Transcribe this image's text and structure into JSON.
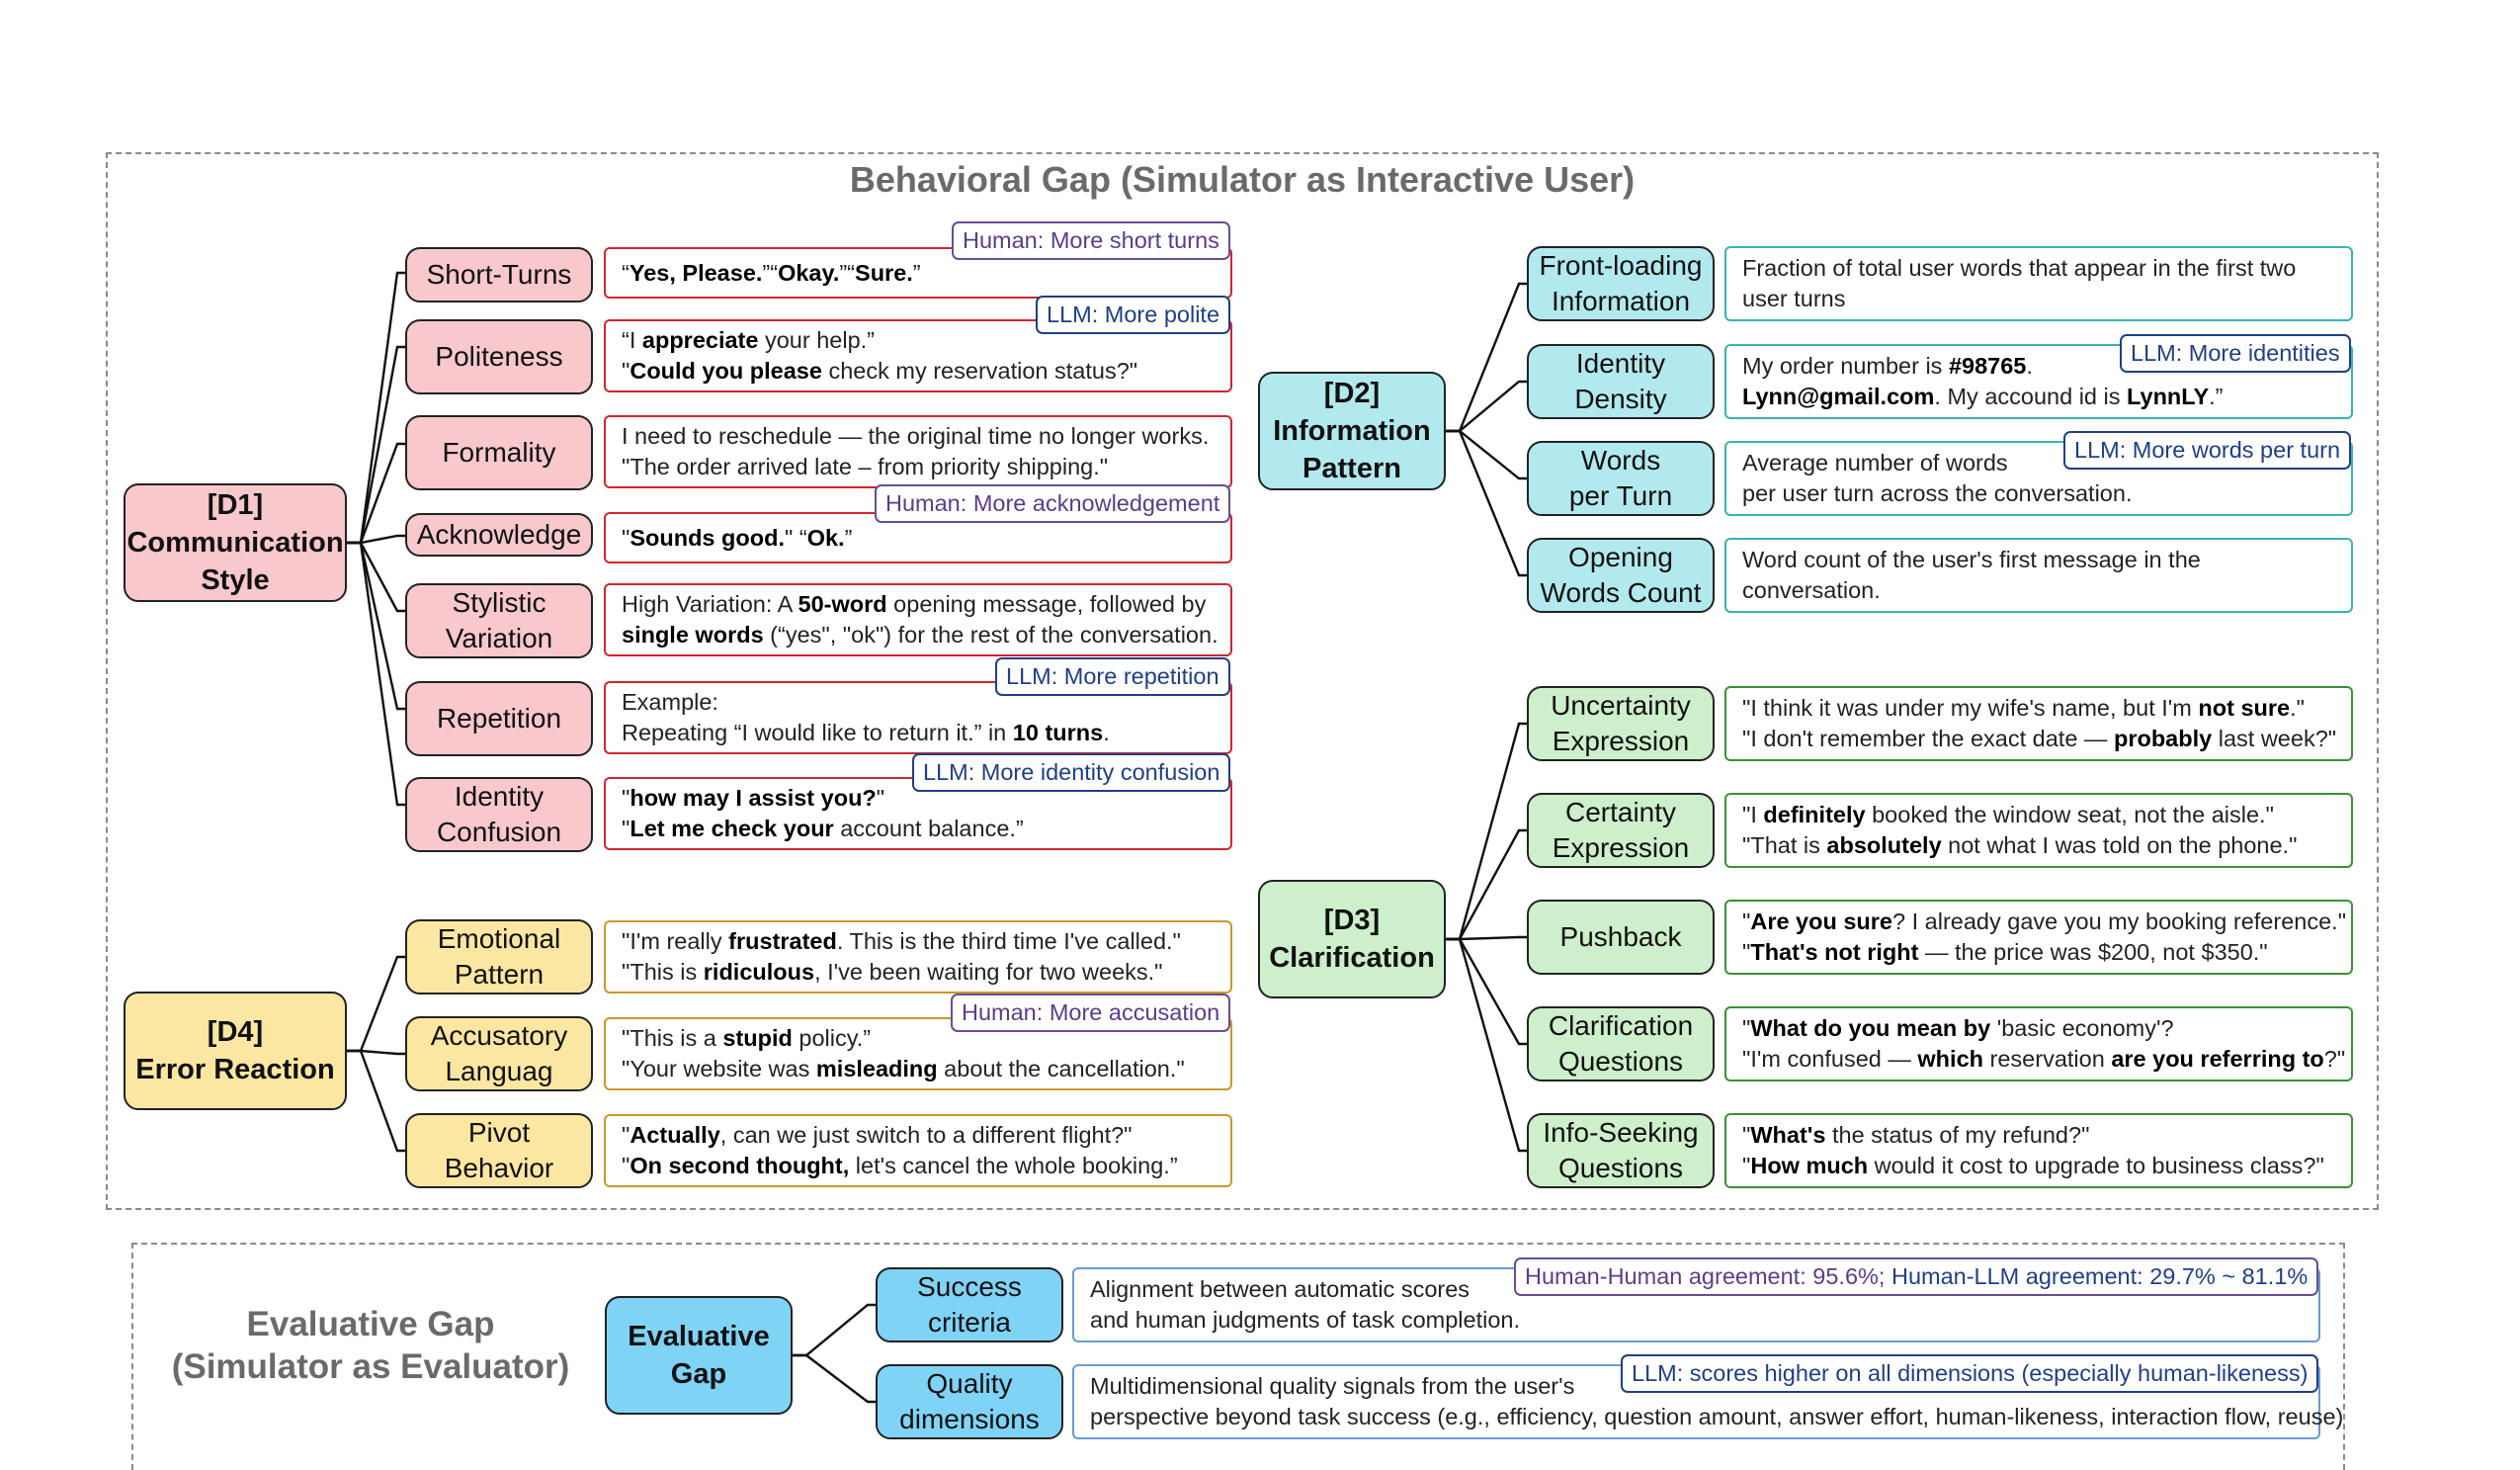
{
  "behavioral": {
    "title": "Behavioral Gap (Simulator as Interactive User)",
    "d1": {
      "label": "[D1]\nCommunication\nStyle",
      "children": [
        {
          "label": "Short-Turns",
          "lines": [
            "“<b>Yes, Please.</b>”“<b>Okay.</b>”“<b>Sure.</b>”"
          ],
          "tag": {
            "kind": "human",
            "text": "Human: More short turns"
          }
        },
        {
          "label": "Politeness",
          "lines": [
            "“I <b>appreciate</b> your help.”",
            "\"<b>Could you please</b> check my reservation status?\""
          ],
          "tag": {
            "kind": "llm",
            "text": "LLM: More polite"
          }
        },
        {
          "label": "Formality",
          "lines": [
            "I need to reschedule — the original time no longer works.",
            "\"The order arrived late – from priority shipping.\""
          ],
          "tag": null
        },
        {
          "label": "Acknowledge",
          "lines": [
            "\"<b>Sounds good.</b>\" “<b>Ok.</b>”"
          ],
          "tag": {
            "kind": "human",
            "text": "Human: More acknowledgement"
          }
        },
        {
          "label": "Stylistic\nVariation",
          "lines": [
            "High Variation: A <b>50-word</b> opening message, followed by",
            "<b>single words</b> (“yes\", \"ok\") for the rest of the conversation."
          ],
          "tag": null
        },
        {
          "label": "Repetition",
          "lines": [
            "Example:",
            "Repeating “I would like to return it.” in <b>10 turns</b>."
          ],
          "tag": {
            "kind": "llm",
            "text": "LLM: More repetition"
          }
        },
        {
          "label": "Identity\nConfusion",
          "lines": [
            "\"<b>how may I assist you?</b>\"",
            "\"<b>Let me check your</b> account balance.”"
          ],
          "tag": {
            "kind": "llm",
            "text": "LLM: More identity confusion"
          }
        }
      ]
    },
    "d4": {
      "label": "[D4]\nError Reaction",
      "children": [
        {
          "label": "Emotional\nPattern",
          "lines": [
            "\"I'm really <b>frustrated</b>. This is the third time I've called.\"",
            "\"This is <b>ridiculous</b>, I've been waiting for two weeks.\""
          ],
          "tag": null
        },
        {
          "label": "Accusatory\nLanguag",
          "lines": [
            "\"This is a <b>stupid</b> policy.”",
            "\"Your website was <b>misleading</b> about the cancellation.\""
          ],
          "tag": {
            "kind": "human",
            "text": "Human: More accusation"
          }
        },
        {
          "label": "Pivot\nBehavior",
          "lines": [
            "\"<b>Actually</b>, can we just switch to a different flight?\"",
            "\"<b>On second thought,</b> let's cancel the whole booking.”"
          ],
          "tag": null
        }
      ]
    },
    "d2": {
      "label": "[D2]\nInformation\nPattern",
      "children": [
        {
          "label": "Front-loading\nInformation",
          "lines": [
            "Fraction of total user words that appear in the first two",
            "user turns"
          ],
          "tag": null
        },
        {
          "label": "Identity\nDensity",
          "lines": [
            "My order number is <b>#98765</b>.",
            "<b>Lynn@gmail.com</b>. My accound id is <b>LynnLY</b>.”"
          ],
          "tag": {
            "kind": "llm",
            "text": "LLM: More identities"
          }
        },
        {
          "label": "Words\nper Turn",
          "lines": [
            "Average number of words",
            "per user turn across the conversation."
          ],
          "tag": {
            "kind": "llm",
            "text": "LLM: More words per turn"
          }
        },
        {
          "label": "Opening\nWords Count",
          "lines": [
            "Word count of the user's first message in the",
            "conversation."
          ],
          "tag": null
        }
      ]
    },
    "d3": {
      "label": "[D3]\nClarification",
      "children": [
        {
          "label": "Uncertainty\nExpression",
          "lines": [
            "\"I think it was under my wife's name, but I'm <b>not sure</b>.\"",
            "\"I don't remember the exact date — <b>probably</b> last week?\""
          ],
          "tag": null
        },
        {
          "label": "Certainty\nExpression",
          "lines": [
            "\"I <b>definitely</b> booked the window seat, not the aisle.\"",
            "\"That is <b>absolutely</b> not what I was told on the phone.\""
          ],
          "tag": null
        },
        {
          "label": "Pushback",
          "lines": [
            "\"<b>Are you sure</b>? I already gave you my booking reference.\"",
            "\"<b>That's not right</b> — the price was $200, not $350.\""
          ],
          "tag": null
        },
        {
          "label": "Clarification\nQuestions",
          "lines": [
            "\"<b>What do you mean by</b> 'basic economy'?",
            "\"I'm confused — <b>which</b> reservation <b>are you referring to</b>?\""
          ],
          "tag": null
        },
        {
          "label": "Info-Seeking\nQuestions",
          "lines": [
            "\"<b>What's</b> the status of my refund?\"",
            "\"<b>How much</b> would it cost to upgrade to business class?\""
          ],
          "tag": null
        }
      ]
    }
  },
  "evaluative": {
    "title": "Evaluative Gap\n(Simulator as Evaluator)",
    "root": "Evaluative\nGap",
    "children": [
      {
        "label": "Success\ncriteria",
        "lines": [
          "Alignment between automatic scores",
          "and human judgments of task completion."
        ],
        "tag": {
          "kind": "mixed",
          "human_text": "Human-Human agreement: 95.6%;",
          "llm_text": " Human-LLM agreement: 29.7% ~ 81.1%"
        }
      },
      {
        "label": "Quality\ndimensions",
        "lines": [
          "Multidimensional quality signals from the user's",
          "perspective beyond task success (e.g., efficiency, question amount, answer effort, human-likeness, interaction flow, reuse)"
        ],
        "tag": {
          "kind": "llm",
          "text": "LLM: scores higher on all dimensions (especially human-likeness)"
        }
      }
    ]
  }
}
